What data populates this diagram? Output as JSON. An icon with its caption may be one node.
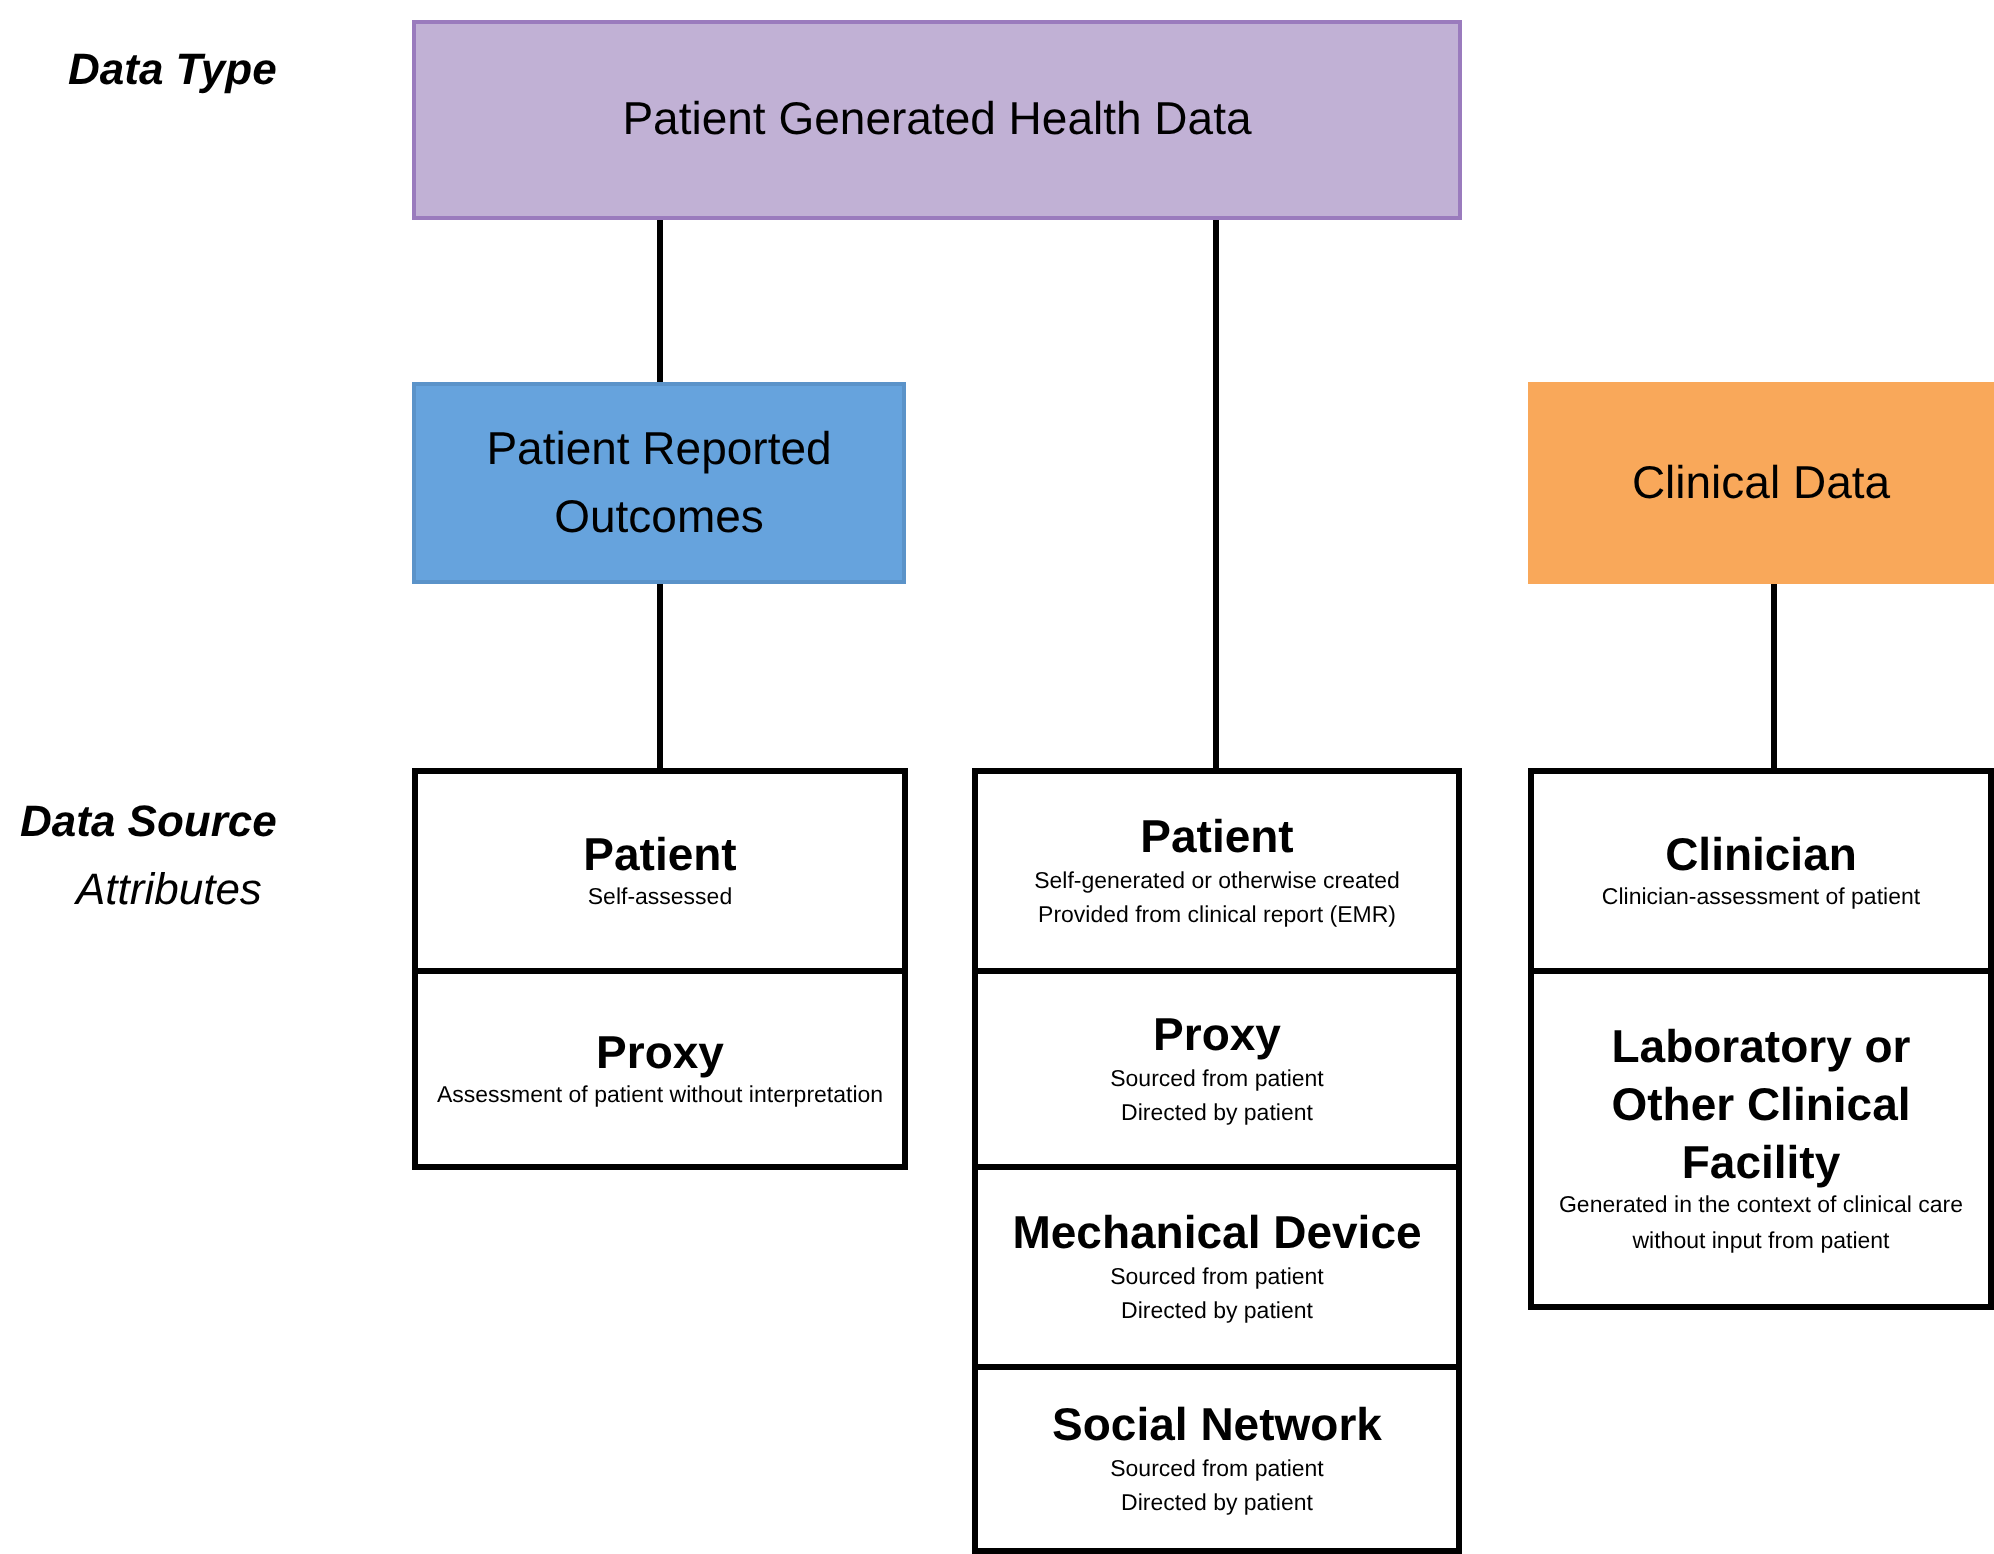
{
  "diagram": {
    "nodes": [
      {
        "text": [
          "Patient Generated Health Data"
        ]
      },
      {
        "text": [
          "Patient Reported Outcomes"
        ]
      },
      {
        "text": [
          "Clinical Data"
        ]
      },
      {
        "text": [
          "Patient",
          "Self-assessed"
        ]
      },
      {
        "text": [
          "Patient",
          "Self-generated or otherwise created",
          "Provided from clinical report (EMR)"
        ]
      },
      {
        "text": [
          "Clinician",
          "Clinician-assessment of patient"
        ]
      },
      {
        "text": [
          "Proxy",
          "Assessment of patient without interpretation"
        ]
      },
      {
        "text": [
          "Proxy",
          "Sourced from patient",
          "Directed by patient"
        ]
      },
      {
        "text": [
          "Laboratory or Other Clinical Facility",
          "Generated in the context of clinical care without input from patient"
        ]
      },
      {
        "text": [
          "Mechanical Device",
          "Sourced from patient",
          "Directed by patient"
        ]
      },
      {
        "text": [
          "Social Network",
          "Sourced from patient",
          "Directed by patient"
        ]
      }
    ],
    "edges": [
      {
        "from": 0,
        "to": 1,
        "arrow": "none"
      },
      {
        "from": 1,
        "to": 3,
        "arrow": "none"
      },
      {
        "from": 0,
        "to": 4,
        "arrow": "none"
      },
      {
        "from": 2,
        "to": 5,
        "arrow": "none"
      }
    ],
    "labels": [
      "Data Type",
      "Data Source",
      "Attributes"
    ]
  }
}
